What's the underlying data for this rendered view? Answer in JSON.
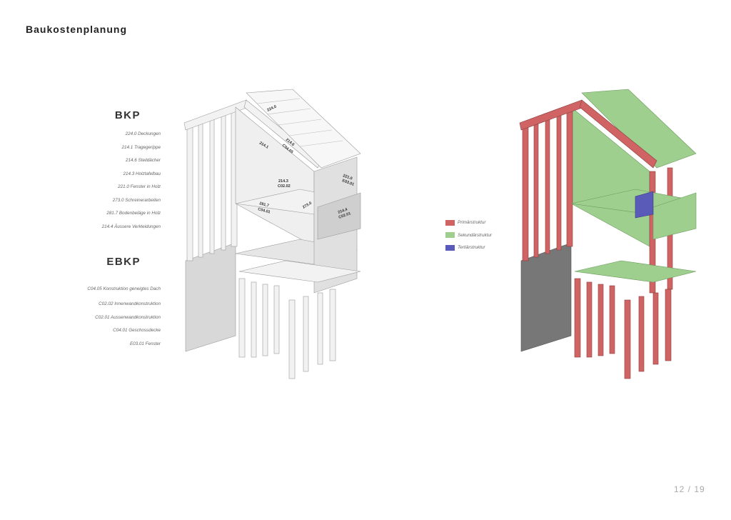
{
  "title": "Baukostenplanung",
  "bkp": {
    "heading": "BKP",
    "items": [
      "224.0 Deckungen",
      "214.1 Tragegerippe",
      "214.6 Steildächer",
      "214.3 Holztafelbau",
      "221.0 Fenster in Holz",
      "273.0 Schreinerarbeiten",
      "281.7 Bodenbeläge in Holz",
      "214.4 Äussere Verkleidungen"
    ]
  },
  "ebkp": {
    "heading": "EBKP",
    "items": [
      "C04.05 Konstruktion geneigtes Dach",
      "C02.02 Innenwandkonstruktion",
      "C02.01 Aussenwandkonstruktion",
      "C04.01 Geschossdecke",
      "E03.01 Fenster"
    ]
  },
  "drawing_labels": {
    "roof": "224.0",
    "steil": "214.6",
    "steil_e": "C04.05",
    "trag": "214.1",
    "wall": "214.3",
    "wall_e": "C02.02",
    "window": "221.0",
    "window_e": "E03.01",
    "floor": "281.7",
    "floor_e": "C04.01",
    "joinery": "273.0",
    "clad": "214.4",
    "clad_e": "C02.01"
  },
  "legend": [
    {
      "label": "Primärstruktur",
      "color": "#d06464"
    },
    {
      "label": "Sekundärstruktur",
      "color": "#9fcf8f"
    },
    {
      "label": "Tertiärstruktur",
      "color": "#5a5ab8"
    }
  ],
  "page": "12 / 19"
}
